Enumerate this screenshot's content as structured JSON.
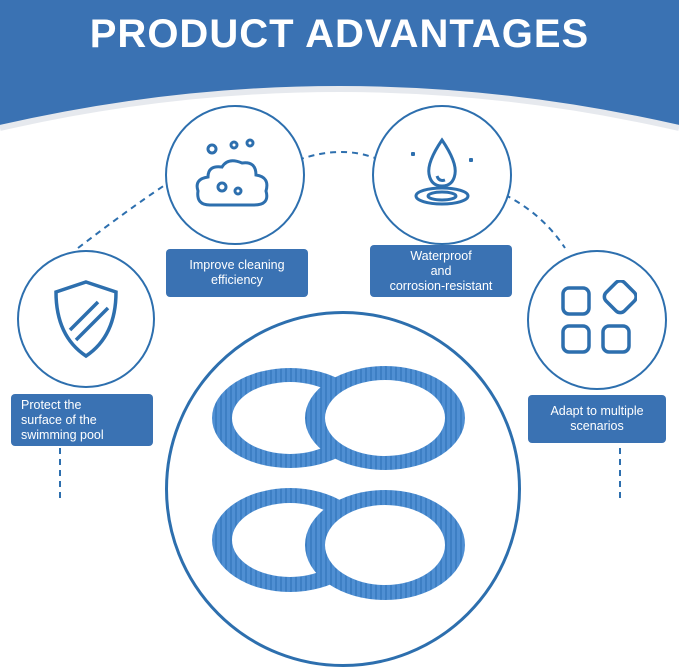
{
  "title": "PRODUCT ADVANTAGES",
  "colors": {
    "brand_blue": "#3a72b3",
    "dark_blue": "#2d6fae",
    "wheel_blue": "#4f8fd3"
  },
  "features": [
    {
      "label": "Improve cleaning efficiency",
      "icon": "soap-bubbles-icon"
    },
    {
      "label": "Waterproof and corrosion-resistant",
      "icon": "water-drop-icon"
    },
    {
      "label": "Protect the surface of the swimming pool",
      "icon": "shield-icon"
    },
    {
      "label": "Adapt to multiple scenarios",
      "icon": "app-grid-icon"
    }
  ],
  "label_lines": {
    "cleaning": [
      "Improve cleaning",
      "efficiency"
    ],
    "waterproof": [
      "Waterproof",
      "and",
      "corrosion-resistant"
    ],
    "protect": [
      "Protect the",
      "surface of the",
      "swimming pool"
    ],
    "adapt": [
      "Adapt to multiple",
      "scenarios"
    ]
  }
}
